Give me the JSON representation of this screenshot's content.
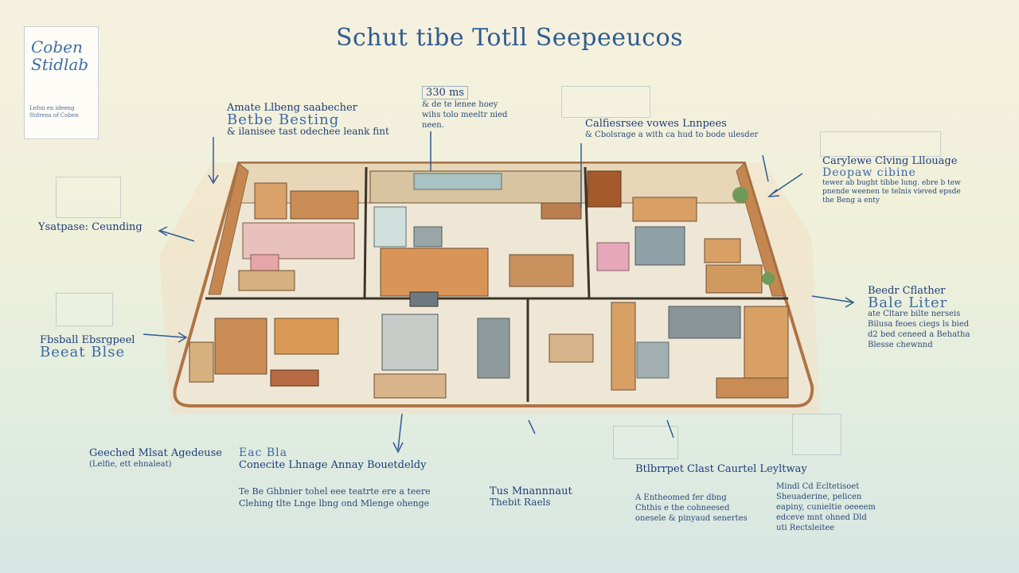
{
  "title": "Schut tibe Totll Seepeeucos",
  "logo": {
    "line1": "Coben",
    "line2": "Stidlab",
    "caption": "Lefsn en ideeng Stdrens of Coben"
  },
  "labels": {
    "top_left": {
      "heading": "Amate Llbeng saabecher",
      "big": "Betbe Besting",
      "desc": "& ilanisee tast odechee leank fint"
    },
    "top_center": {
      "heading": "330 ms",
      "desc": "& de te lenee hoey wihs tolo meeltr nied neen."
    },
    "top_right": {
      "heading": "Calfiesrsee vowes Lnnpees",
      "desc": "& Cbolsrage a with ca hud to bode ulesder"
    },
    "right_upper": {
      "heading": "Carylewe Clving Lllouage",
      "big": "Deopaw cibine",
      "desc": "tewer ab bught tibbe lung. ebre b tew pnende weenen te telnis vieved epsde the Beng a enty"
    },
    "left_mid": {
      "heading": "Ysatpase: Ceunding"
    },
    "left_lower": {
      "heading": "Fbsball Ebsrgpeel",
      "big": "Beeat Blse"
    },
    "right_mid": {
      "heading": "Beedr Cflather",
      "big": "Bale Liter",
      "desc": "ate Cltare bilte nerseis Bilusa feoes ciegs ls bied d2 bed ceneed a Behatha Blesse chewnnd"
    },
    "bottom_far_left": {
      "heading": "Geeched Mlsat Agedeuse",
      "sub": "(Lelfie, ett ehnaleat)"
    },
    "bottom_left": {
      "big": "Eac Bla",
      "heading": "Conecite Lhnage Annay Bouetdeldy",
      "desc": "Te Be Ghbnier tohel eee teatrte ere a teere Clehing tlte Lnge lbng ond Mlenge ohenge"
    },
    "bottom_center": {
      "heading": "Tus Mnannnaut",
      "sub": "Thebit Raels"
    },
    "bottom_right": {
      "heading": "Btlbrrpet Clast Caurtel Leyltway",
      "desc": "A Entheomed fer dbng Chthis e the cohneesed onesele & pinyaud senertes"
    },
    "bottom_far_right": {
      "desc": "Mindl Cd Ecltetisoet Sheuaderine, pelicen eapiny, cunieltie oeeeem edceve mnt ohned Dld uti Rectsleitee"
    }
  },
  "colors": {
    "ink": "#1d3f78",
    "title": "#2e5b92",
    "wood": "#c98c55",
    "floor": "#efe7d6",
    "frame": "#b07444"
  }
}
